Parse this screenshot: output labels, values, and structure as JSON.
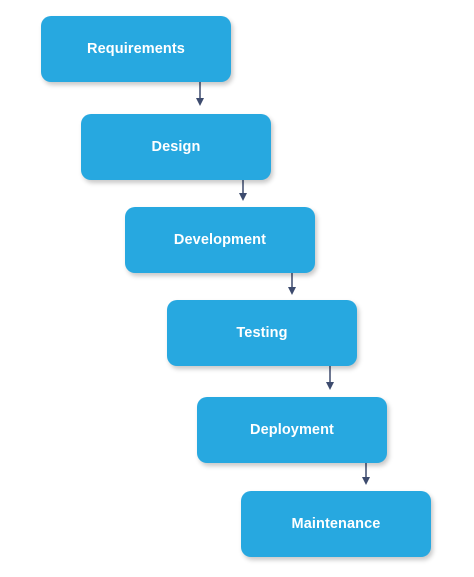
{
  "steps": [
    {
      "label": "Requirements"
    },
    {
      "label": "Design"
    },
    {
      "label": "Development"
    },
    {
      "label": "Testing"
    },
    {
      "label": "Deployment"
    },
    {
      "label": "Maintenance"
    }
  ],
  "colors": {
    "box_fill": "#27a8e0",
    "box_text": "#ffffff",
    "arrow": "#3d4b6e"
  },
  "icons": {
    "connector": "down-arrow-icon"
  }
}
